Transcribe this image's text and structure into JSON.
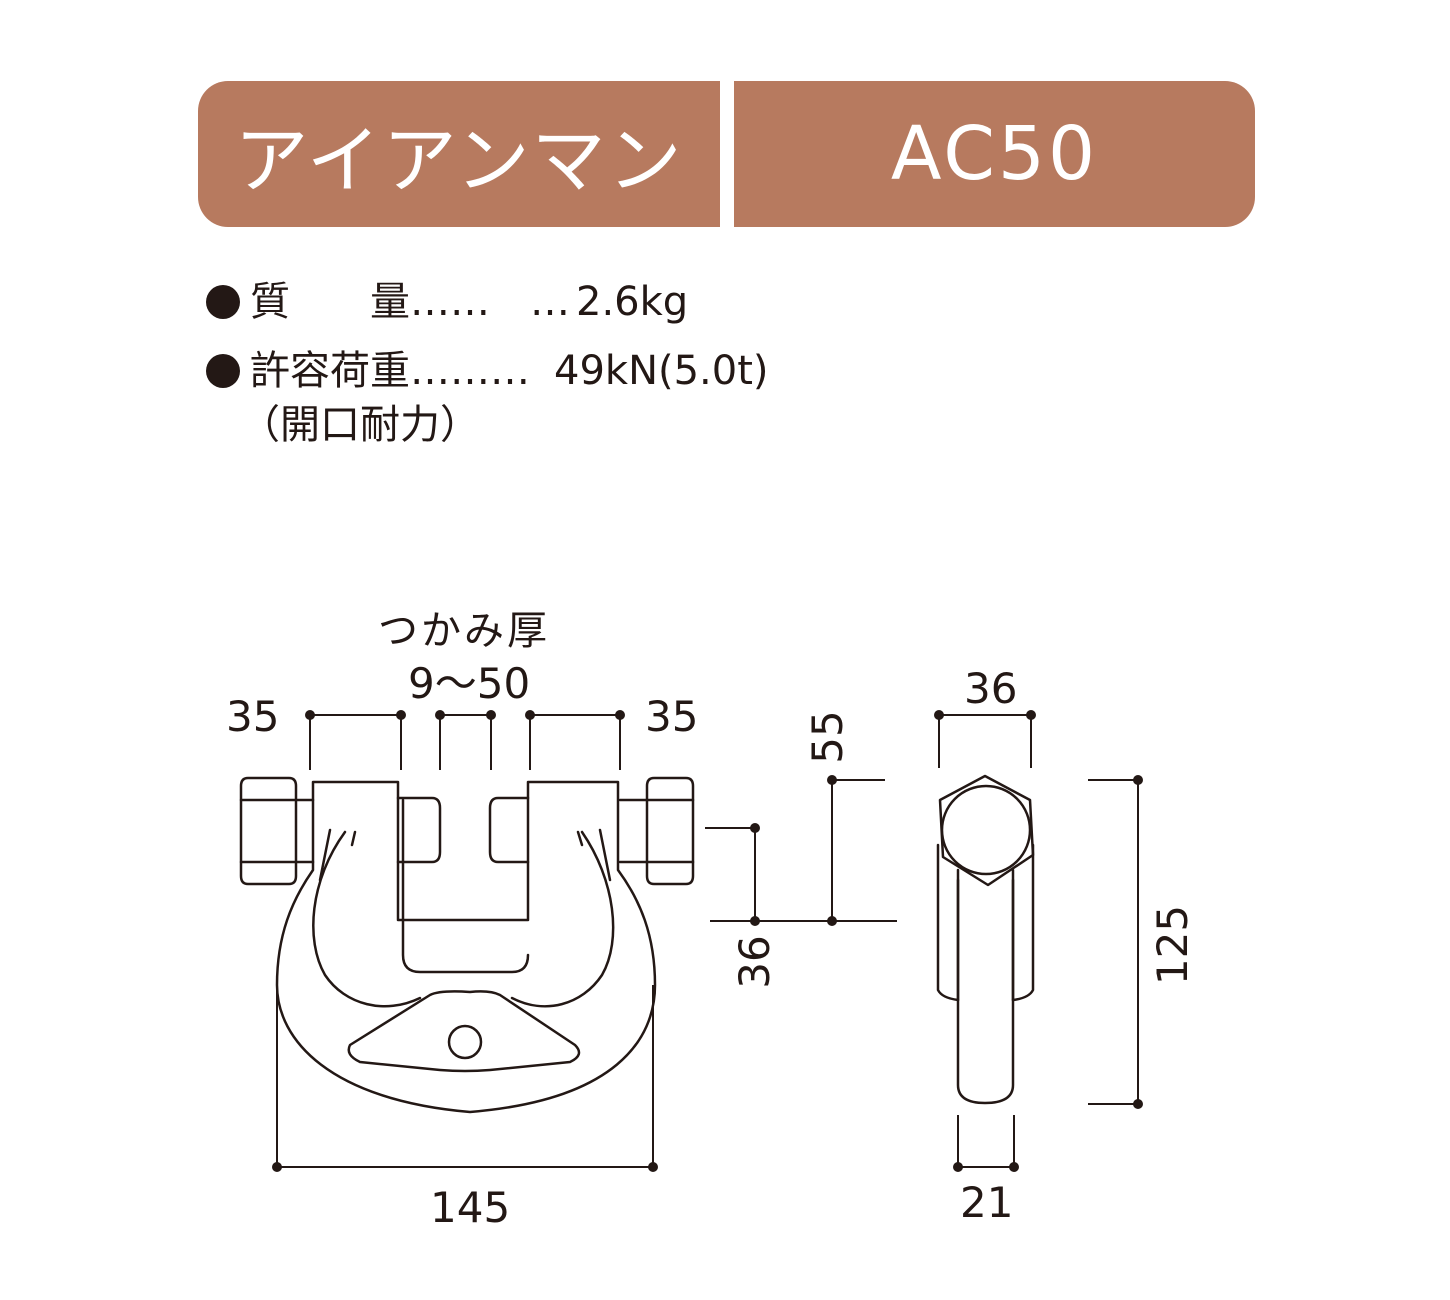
{
  "header": {
    "product_name": "アイアンマン",
    "model": "AC50"
  },
  "specs": {
    "mass_label": "質　　量……　…",
    "mass_value": "2.6kg",
    "load_label": "許容荷重………",
    "load_value": "49kN(5.0t)",
    "load_note": "（開口耐力）"
  },
  "drawing": {
    "grip_label": "つかみ厚",
    "grip_range": "9～50",
    "dim_left_35": "35",
    "dim_right_35": "35",
    "dim_width_145": "145",
    "dim_55": "55",
    "dim_36_side": "36",
    "dim_36_top": "36",
    "dim_125": "125",
    "dim_21": "21"
  }
}
